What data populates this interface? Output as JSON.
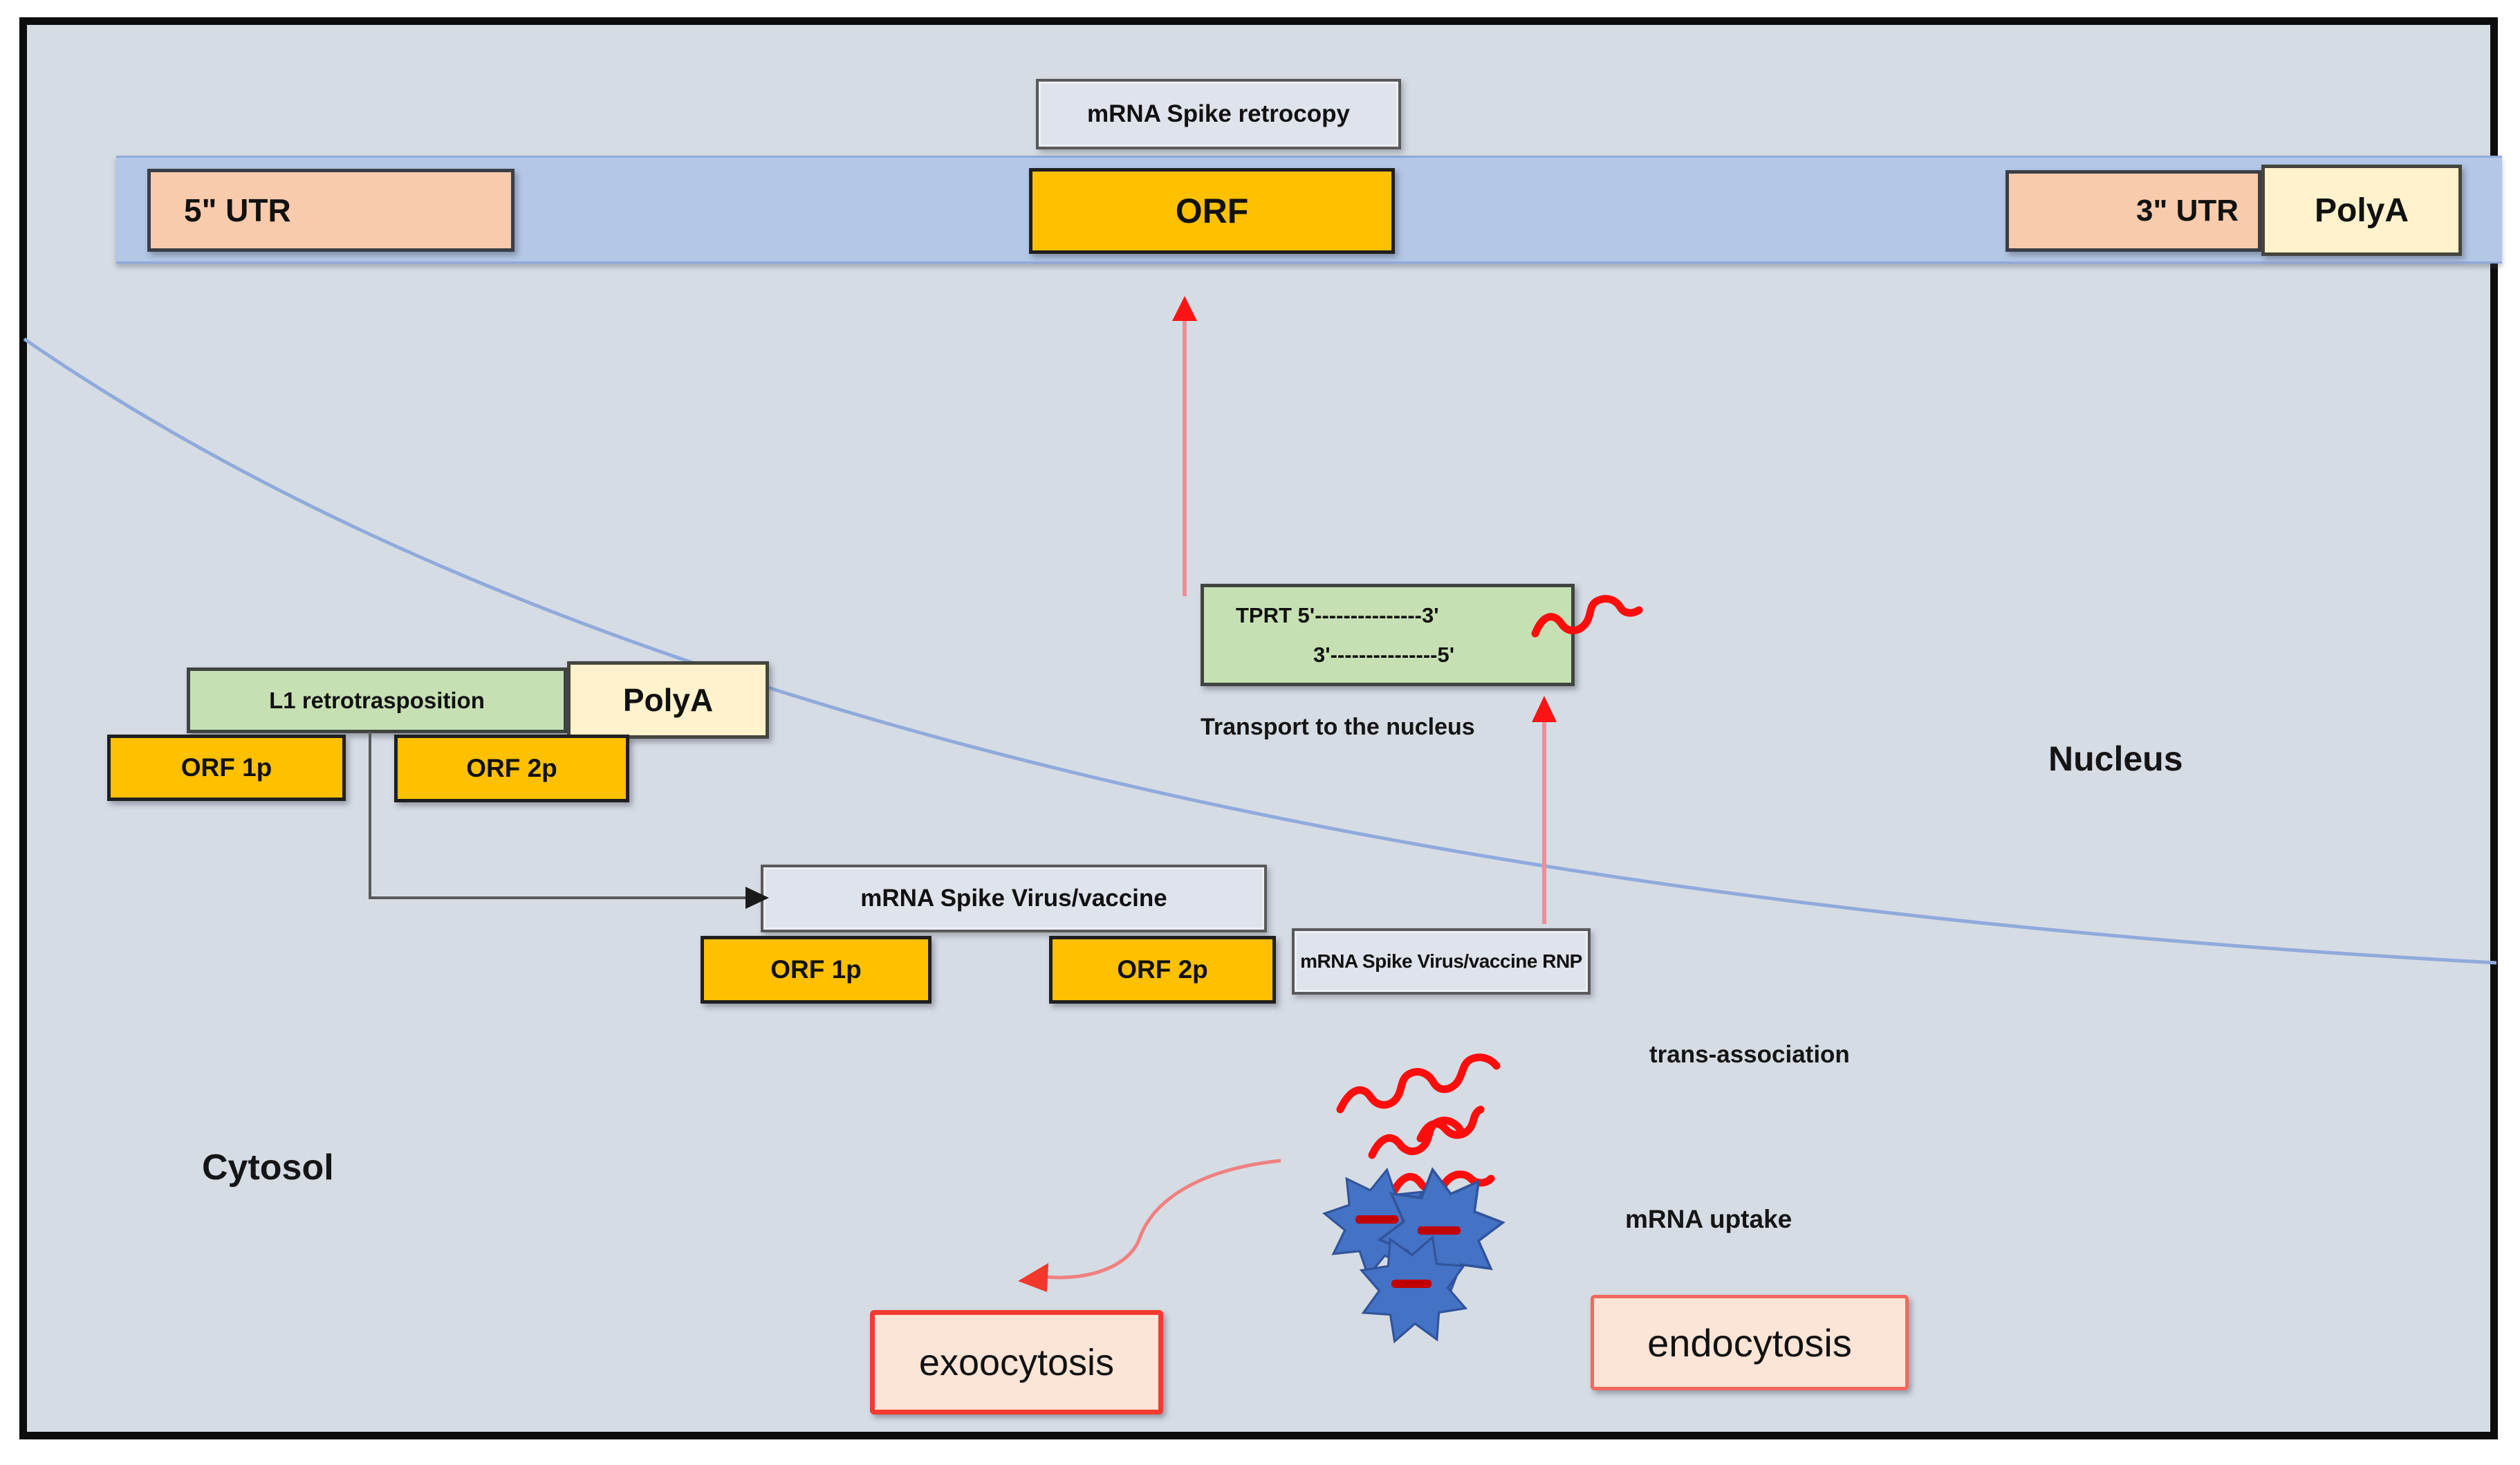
{
  "diagram": {
    "title_box": "mRNA Spike retrocopy",
    "mrna_bar": {
      "utr5": "5\" UTR",
      "orf": "ORF",
      "utr3": "3\" UTR",
      "polya": "PolyA"
    },
    "l1": {
      "label": "L1 retrotrasposition",
      "polya": "PolyA",
      "orf1p": "ORF 1p",
      "orf2p": "ORF 2p"
    },
    "tprt": {
      "line1": "TPRT 5'---------------3'",
      "line2": "3'---------------5'"
    },
    "transport_label": "Transport to the nucleus",
    "spike_box": "mRNA Spike Virus/vaccine",
    "spike_orf1p": "ORF 1p",
    "spike_orf2p": "ORF 2p",
    "rnp_box": "mRNA Spike Virus/vaccine RNP",
    "trans_association": "trans-association",
    "mrna_uptake": "mRNA uptake",
    "endocytosis": "endocytosis",
    "exocytosis": "exoocytosis",
    "nucleus": "Nucleus",
    "cytosol": "Cytosol",
    "colors": {
      "background": "#d6dce4",
      "mrna_bar_blue": "#b4c7e7",
      "utr_peach": "#f8cbad",
      "orf_gold": "#ffc000",
      "polya_cream": "#fff2cc",
      "tprt_green": "#c6e0b4",
      "label_gray_fill": "#dfe3eb",
      "membrane_blue": "#8faadc",
      "red_arrow": "#fa1414",
      "squiggle_red": "#ff0c0c",
      "rnp_star_blue": "#4472c4",
      "rnp_bar_red": "#c00000",
      "endocytosis_fill": "#fce4d6",
      "endocytosis_border": "#f2695c",
      "exocytosis_border": "#f23b30",
      "frame_black": "#0d0d0d"
    }
  }
}
